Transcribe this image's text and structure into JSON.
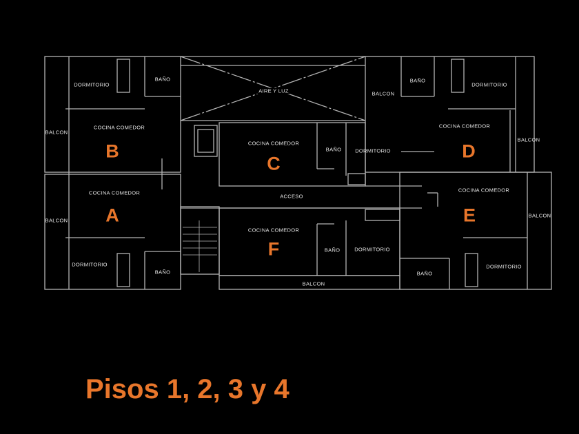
{
  "colors": {
    "background": "#000000",
    "walls": "#b4b4b4",
    "accent": "#e8762b"
  },
  "title": "Pisos 1, 2, 3 y 4",
  "units": {
    "A": "A",
    "B": "B",
    "C": "C",
    "D": "D",
    "E": "E",
    "F": "F"
  },
  "rooms": {
    "b_dormitorio": "DORMITORIO",
    "b_bano": "BAÑO",
    "b_cocina": "COCINA COMEDOR",
    "b_balcon": "BALCON",
    "a_cocina": "COCINA COMEDOR",
    "a_balcon": "BALCON",
    "a_dormitorio": "DORMITORIO",
    "a_bano": "BAÑO",
    "aire_luz": "AIRE Y LUZ",
    "c_cocina": "COCINA COMEDOR",
    "c_bano": "BAÑO",
    "c_dormitorio": "DORMITORIO",
    "acceso": "ACCESO",
    "f_cocina": "COCINA COMEDOR",
    "f_bano": "BAÑO",
    "f_dormitorio": "DORMITORIO",
    "f_balcon": "BALCON",
    "d_balcon_left": "BALCON",
    "d_bano": "BAÑO",
    "d_dormitorio": "DORMITORIO",
    "d_cocina": "COCINA COMEDOR",
    "d_balcon": "BALCON",
    "e_cocina": "COCINA COMEDOR",
    "e_balcon": "BALCON",
    "e_bano": "BAÑO",
    "e_dormitorio": "DORMITORIO"
  }
}
